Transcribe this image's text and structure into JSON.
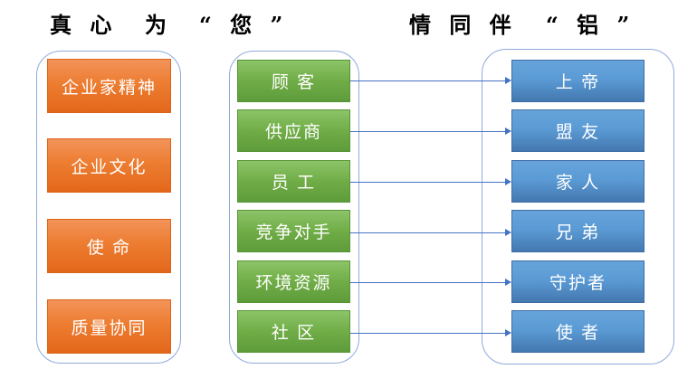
{
  "title": {
    "full_text": "真 心 为 “ 您 ” 情 同 伴 “ 铝 ”",
    "segments": [
      "真 心",
      "为",
      "“ 您 ”",
      "情 同 伴",
      "“ 铝 ”"
    ]
  },
  "columns": {
    "left": {
      "items": [
        "企业家精神",
        "企业文化",
        "使 命",
        "质量协同"
      ]
    },
    "middle": {
      "items": [
        "顾 客",
        "供应商",
        "员 工",
        "竞争对手",
        "环境资源",
        "社 区"
      ]
    },
    "right": {
      "items": [
        "上 帝",
        "盟 友",
        "家 人",
        "兄 弟",
        "守护者",
        "使 者"
      ]
    }
  },
  "connections": [
    {
      "from": "顾 客",
      "to": "上 帝"
    },
    {
      "from": "供应商",
      "to": "盟 友"
    },
    {
      "from": "员 工",
      "to": "家 人"
    },
    {
      "from": "竞争对手",
      "to": "兄 弟"
    },
    {
      "from": "环境资源",
      "to": "守护者"
    },
    {
      "from": "社 区",
      "to": "使 者"
    }
  ],
  "palette": {
    "title_text": "#000000",
    "container_border": "#8FAADC",
    "orange_box_top": "#F3935A",
    "orange_box_bottom": "#E3671B",
    "green_box_top": "#8CC468",
    "green_box_bottom": "#5E9C3B",
    "blue_box_top": "#66A3DA",
    "blue_box_bottom": "#4478B0",
    "arrow": "#4472C4",
    "box_text": "#FFFFFF"
  }
}
